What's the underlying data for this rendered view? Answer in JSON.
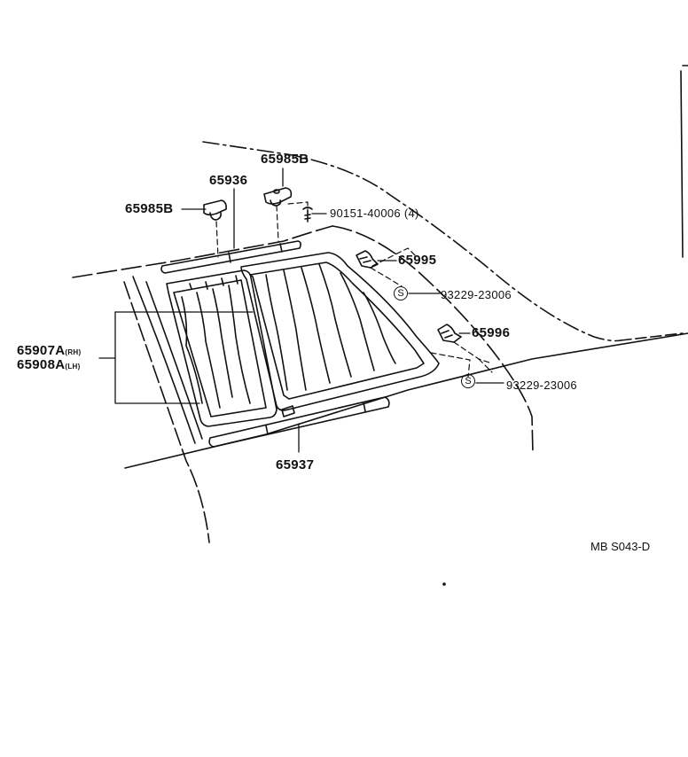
{
  "labels": {
    "clip_top": "65985B",
    "clip_left": "65985B",
    "rail_upper": "65936",
    "screw": "90151-40006",
    "screw_qty": "(4)",
    "bracket_upper": "65995",
    "clip_upper": "93229-23006",
    "bracket_lower": "65996",
    "clip_lower": "93229-23006",
    "rail_lower": "65937",
    "screen_rh": "65907A",
    "screen_rh_side": "(RH)",
    "screen_lh": "65908A",
    "screen_lh_side": "(LH)",
    "s_symbol": "S",
    "drawing_ref": "MB S043-D"
  }
}
